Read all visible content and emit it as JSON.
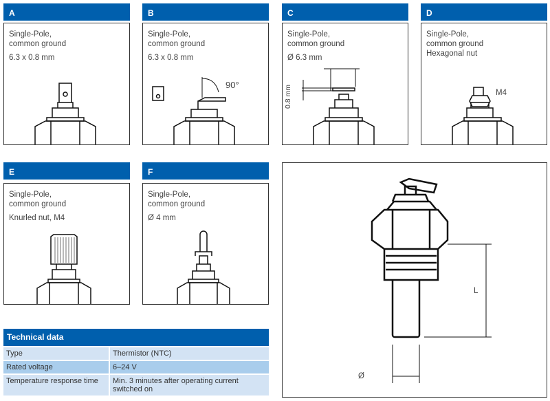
{
  "variants": [
    {
      "letter": "A",
      "lines": [
        "Single-Pole,",
        "common ground"
      ],
      "detail": "6.3 x 0.8 mm"
    },
    {
      "letter": "B",
      "lines": [
        "Single-Pole,",
        "common ground"
      ],
      "detail": "6.3 x 0.8 mm",
      "annotation": "90°"
    },
    {
      "letter": "C",
      "lines": [
        "Single-Pole,",
        "common ground"
      ],
      "detail": "Ø 6.3 mm",
      "annotation": "0.8 mm"
    },
    {
      "letter": "D",
      "lines": [
        "Single-Pole,",
        "common ground",
        "Hexagonal nut"
      ],
      "annotation": "M4"
    },
    {
      "letter": "E",
      "lines": [
        "Single-Pole,",
        "common ground"
      ],
      "detail": "Knurled nut, M4"
    },
    {
      "letter": "F",
      "lines": [
        "Single-Pole,",
        "common ground"
      ],
      "detail": "Ø 4 mm"
    }
  ],
  "technical": {
    "title": "Technical data",
    "rows": [
      {
        "key": "Type",
        "value": "Thermistor (NTC)"
      },
      {
        "key": "Rated voltage",
        "value": "6–24 V"
      },
      {
        "key": "Temperature response time",
        "value": "Min. 3 minutes after operating current switched on"
      }
    ]
  },
  "drawing": {
    "length_label": "L",
    "diameter_label": "Ø"
  },
  "colors": {
    "header": "#005fad",
    "row": "#d3e3f4",
    "row_alt": "#a9cdec"
  }
}
